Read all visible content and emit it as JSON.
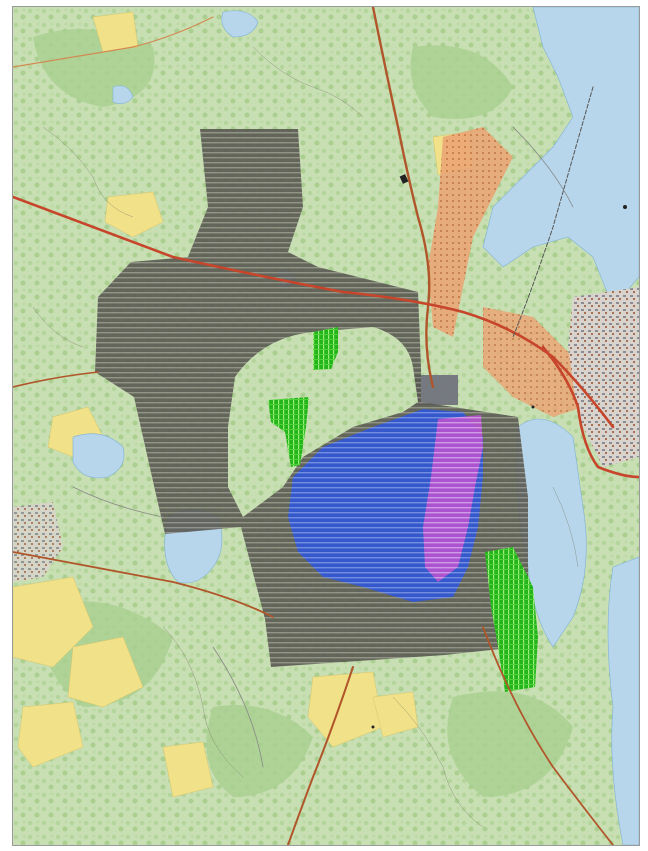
{
  "map": {
    "corner_text": "",
    "colors": {
      "base_land": "#cfe3bf",
      "forest_light": "#bcd9a6",
      "forest_dark": "#9cc784",
      "field_yellow": "#f3e38d",
      "water": "#b9d8ee",
      "urban_orange": "#e8a372",
      "road_brown": "#b0562a",
      "road_red": "#c6452b",
      "zone_gray": "#5e5e57",
      "zone_blue": "#3f63e0",
      "zone_magenta": "#c56ad9",
      "zone_green": "#2fbd1f"
    },
    "zones": [
      {
        "id": "gray-zone",
        "description_color": "zone_gray"
      },
      {
        "id": "blue-zone",
        "description_color": "zone_blue"
      },
      {
        "id": "magenta-zone",
        "description_color": "zone_magenta"
      },
      {
        "id": "green-zone-1",
        "description_color": "zone_green"
      },
      {
        "id": "green-zone-2",
        "description_color": "zone_green"
      },
      {
        "id": "green-zone-3",
        "description_color": "zone_green"
      }
    ]
  }
}
